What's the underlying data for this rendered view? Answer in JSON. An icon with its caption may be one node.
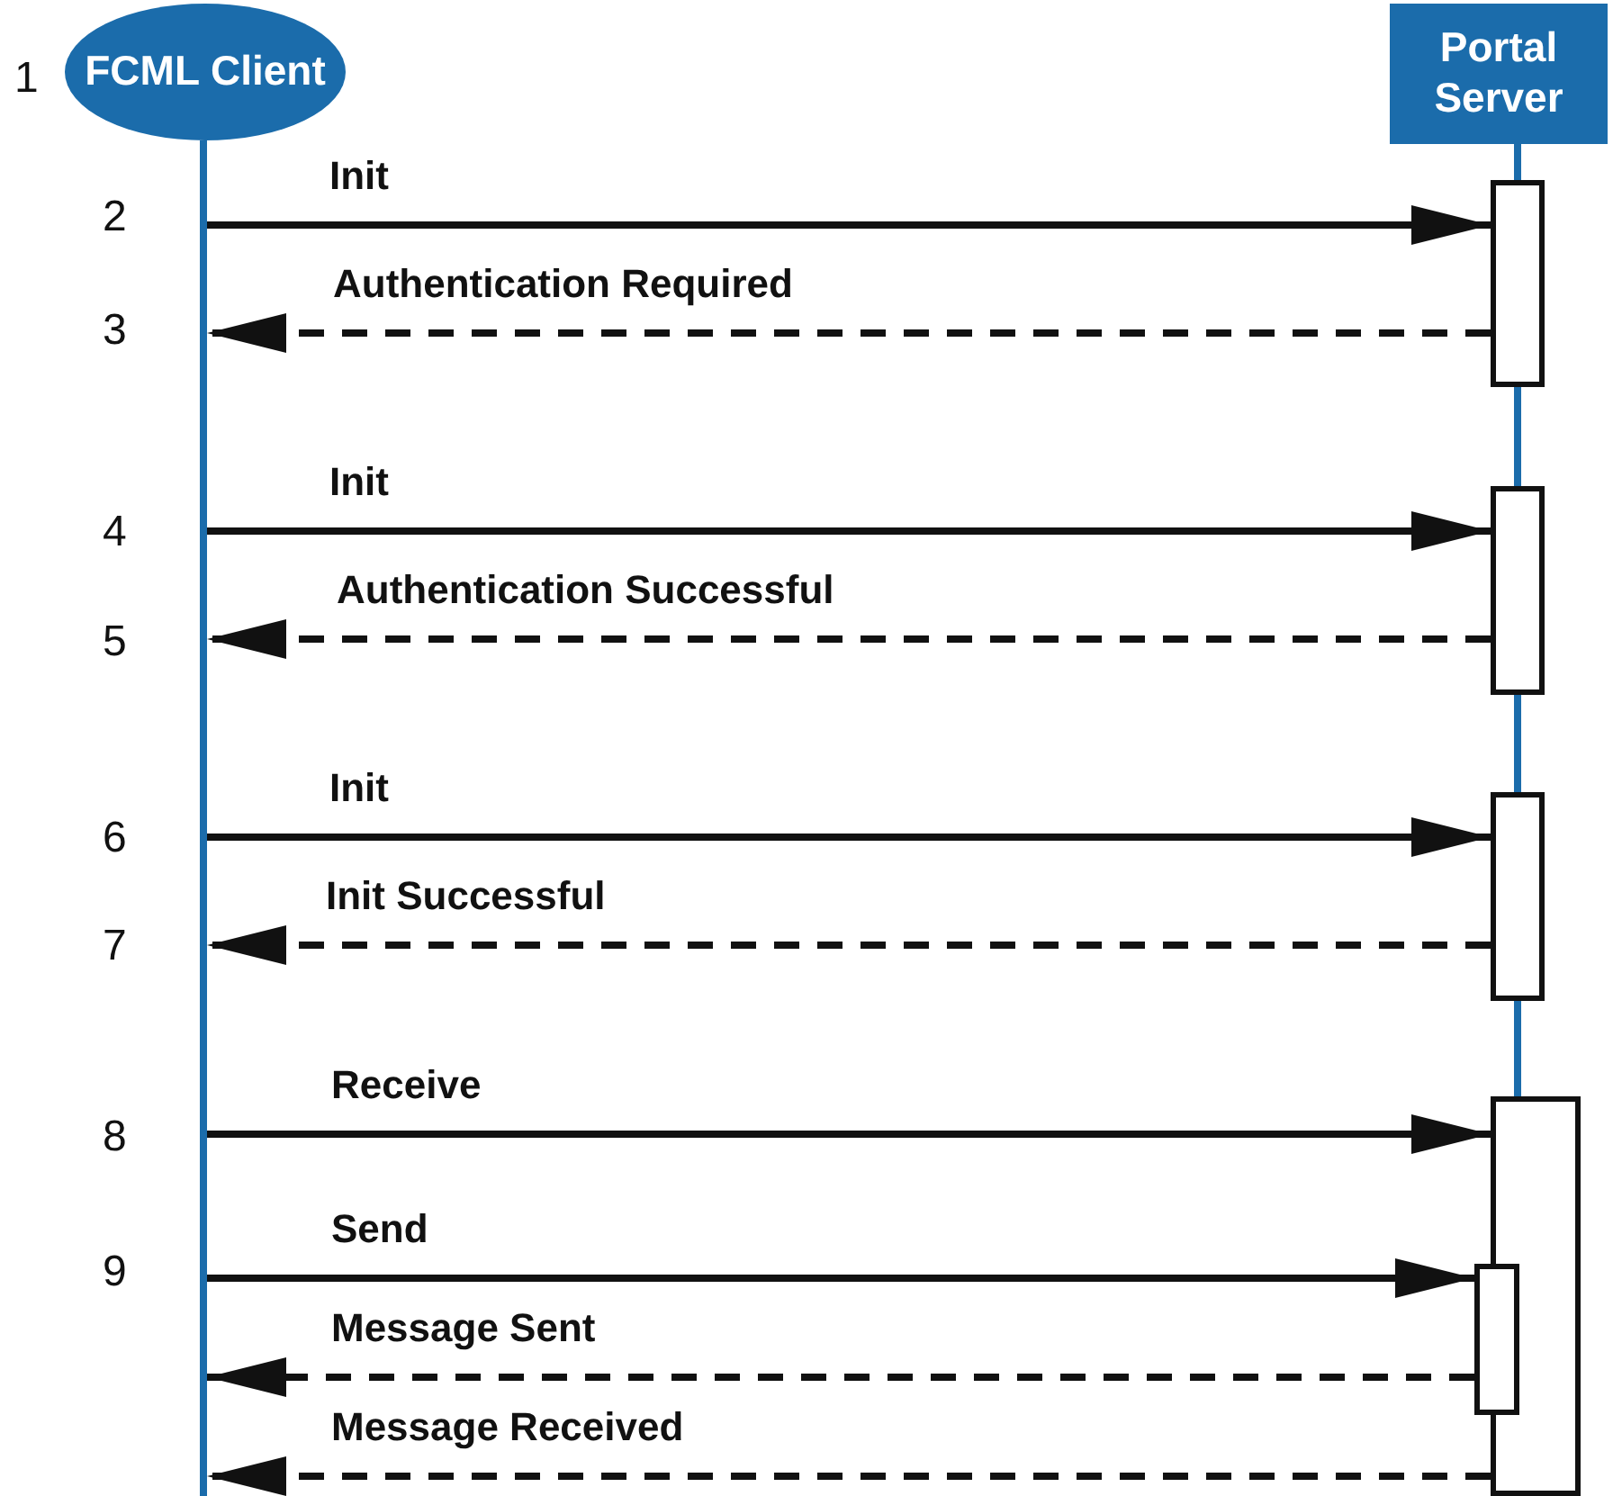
{
  "diagram": {
    "nodes": [
      {
        "text": [
          "FCML Client"
        ],
        "beside": [
          "1"
        ]
      },
      {
        "text": [
          "Portal Server"
        ]
      },
      {
        "text": [],
        "shape": "line"
      },
      {
        "text": [],
        "shape": "bar"
      },
      {
        "text": [],
        "shape": "bar"
      },
      {
        "text": [],
        "shape": "bar"
      },
      {
        "text": [],
        "shape": "bar"
      },
      {
        "text": [],
        "shape": "bar"
      }
    ],
    "edges": [
      {
        "from": 2,
        "to": 3,
        "arrow": "to",
        "label": "Init"
      },
      {
        "from": 3,
        "to": 2,
        "arrow": "to",
        "label": "Authentication Required",
        "style": "dashed"
      },
      {
        "from": 2,
        "to": 4,
        "arrow": "to",
        "label": "Init"
      },
      {
        "from": 4,
        "to": 2,
        "arrow": "to",
        "label": "Authentication Successful",
        "style": "dashed"
      },
      {
        "from": 2,
        "to": 5,
        "arrow": "to",
        "label": "Init"
      },
      {
        "from": 5,
        "to": 2,
        "arrow": "to",
        "label": "Init Successful",
        "style": "dashed"
      },
      {
        "from": 2,
        "to": 6,
        "arrow": "to",
        "label": "Receive"
      },
      {
        "from": 2,
        "to": 7,
        "arrow": "to",
        "label": "Send"
      },
      {
        "from": 7,
        "to": 2,
        "arrow": "to",
        "label": "Message Sent",
        "style": "dashed"
      },
      {
        "from": 6,
        "to": 2,
        "arrow": "to",
        "label": "Message Received",
        "style": "dashed"
      },
      {
        "from": 1,
        "to": 3,
        "arrow": "none",
        "color": "#1b6cab"
      },
      {
        "from": 3,
        "to": 4,
        "arrow": "none",
        "color": "#1b6cab"
      },
      {
        "from": 4,
        "to": 5,
        "arrow": "none",
        "color": "#1b6cab"
      },
      {
        "from": 5,
        "to": 6,
        "arrow": "none",
        "color": "#1b6cab"
      }
    ],
    "labels": [
      "2",
      "3",
      "4",
      "5",
      "6",
      "7",
      "8",
      "9"
    ]
  }
}
